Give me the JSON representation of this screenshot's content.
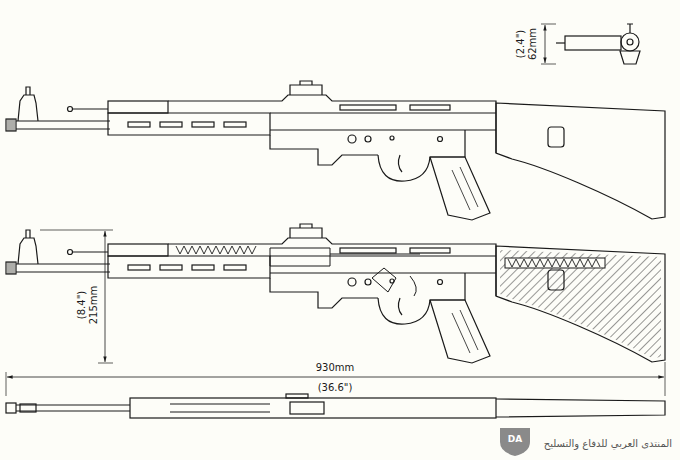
{
  "diagram": {
    "labels": [
      "62mm",
      "(2.4\")",
      "215mm",
      "(8.4\")",
      "930mm",
      "(36.6\")",
      "DA",
      "المنتدى العربي للدفاع والتسليح"
    ]
  }
}
